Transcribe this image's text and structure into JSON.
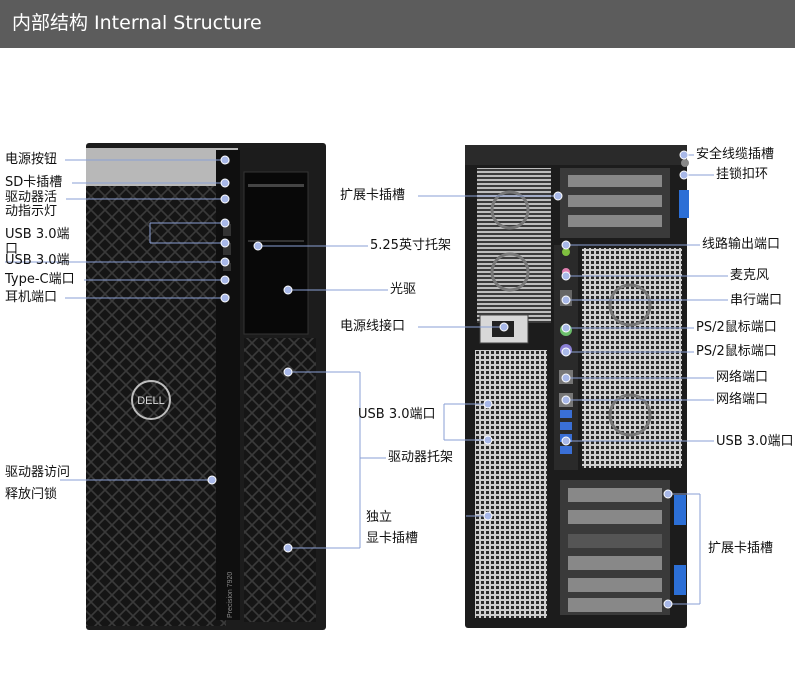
{
  "header": {
    "title": "内部结构  Internal Structure"
  },
  "front_labels": {
    "power_button": "电源按钮",
    "sd_slot": "SD卡插槽",
    "drive_activity_1": "驱动器活",
    "drive_activity_2": "动指示灯",
    "usb3_a": "USB 3.0端",
    "usb3_a_2": "口",
    "usb3_b": "USB 3.0端",
    "type_c": "Type-C端口",
    "headphone": "耳机端口",
    "drive_release_1": "驱动器访问",
    "drive_release_2": "释放闩锁",
    "expansion_slot_top": "扩展卡插槽",
    "bay_525": "5.25英寸托架",
    "optical": "光驱",
    "power_connector": "电源线接口",
    "usb_inner": "USB 3.0端口",
    "drive_bracket": "驱动器托架",
    "gpu_1": "独立",
    "gpu_2": "显卡插槽"
  },
  "rear_labels": {
    "security_cable": "安全线缆插槽",
    "lock_ring": "挂锁扣环",
    "line_out": "线路输出端口",
    "microphone": "麦克风",
    "serial": "串行端口",
    "ps2_mouse_1": "PS/2鼠标端口",
    "ps2_mouse_2": "PS/2鼠标端口",
    "network_1": "网络端口",
    "network_2": "网络端口",
    "usb3_rear": "USB 3.0端口",
    "expansion_slot_bottom": "扩展卡插槽"
  },
  "case": {
    "brand_logo": "DELL",
    "model_text": "Precision 7920"
  },
  "colors": {
    "header_bg": "#5c5c5c",
    "callout_line": "#8a9fd4",
    "callout_dot": "#a8b8e8",
    "chassis": "#1c1c1c",
    "rear_panel": "#9a9a9a",
    "blue_latch": "#2c6fd6"
  }
}
